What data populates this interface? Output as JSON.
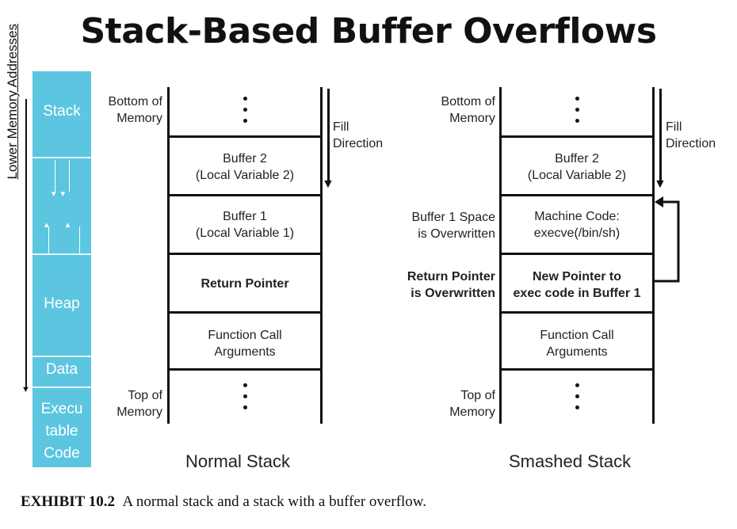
{
  "title": "Stack-Based Buffer Overflows",
  "memory_bar": {
    "color": "#5cc6e0",
    "segments": {
      "stack": "Stack",
      "heap": "Heap",
      "data": "Data",
      "code_lines": [
        "Execu",
        "table",
        "Code"
      ]
    },
    "axis_label": "Lower Memory Addresses"
  },
  "labels": {
    "bottom_of_memory": [
      "Bottom of",
      "Memory"
    ],
    "top_of_memory": [
      "Top of",
      "Memory"
    ],
    "fill_direction": [
      "Fill",
      "Direction"
    ]
  },
  "normal_stack": {
    "caption": "Normal Stack",
    "cells": {
      "buffer2": [
        "Buffer 2",
        "(Local Variable 2)"
      ],
      "buffer1": [
        "Buffer 1",
        "(Local Variable 1)"
      ],
      "return_pointer": "Return Pointer",
      "function_args": [
        "Function Call",
        "Arguments"
      ]
    }
  },
  "smashed_stack": {
    "caption": "Smashed Stack",
    "cells": {
      "buffer2": [
        "Buffer 2",
        "(Local Variable 2)"
      ],
      "machine_code": [
        "Machine Code:",
        "execve(/bin/sh)"
      ],
      "new_pointer": [
        "New Pointer to",
        "exec code in Buffer 1"
      ],
      "function_args": [
        "Function Call",
        "Arguments"
      ]
    },
    "side_labels": {
      "buffer1_overwritten": [
        "Buffer 1 Space",
        "is Overwritten"
      ],
      "return_overwritten": [
        "Return Pointer",
        "is Overwritten"
      ]
    }
  },
  "caption": {
    "exhibit_label": "EXHIBIT 10.2",
    "text": "A normal stack and a stack with a buffer overflow."
  }
}
